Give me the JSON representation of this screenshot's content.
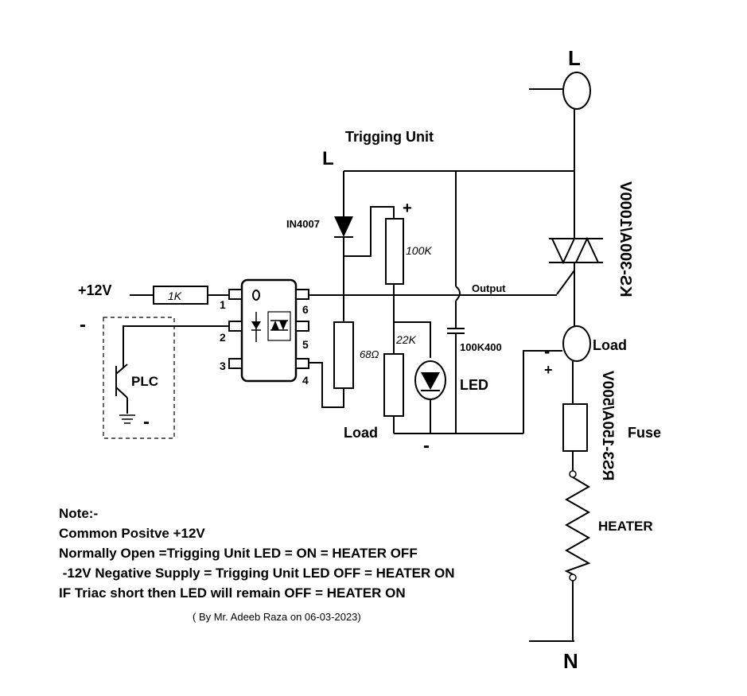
{
  "terminals": {
    "line_top": "L",
    "line_trig": "L",
    "neutral": "N"
  },
  "title": "Trigging Unit",
  "components": {
    "diode": "IN4007",
    "r_100k": "100K",
    "r_1k": "1K",
    "r_68": "68Ω",
    "r_22k": "22K",
    "cap": "100K400",
    "led": "LED",
    "output": "Output",
    "plc": "PLC",
    "supply_12v": "+12V",
    "fuse": "Fuse",
    "heater": "HEATER",
    "load_terminal": "Load",
    "load_bottom": "Load",
    "triac_rating": "KS-300A/1000V",
    "fuse_rating": "RS3-150A/500V"
  },
  "optocoupler_pins": [
    "1",
    "2",
    "3",
    "4",
    "5",
    "6"
  ],
  "polarity": {
    "plus_top": "+",
    "minus_bottom": "-",
    "minus_plc_in": "-",
    "minus_plc_gnd": "-",
    "minus_load": "-",
    "plus_load": "+"
  },
  "notes": {
    "heading": "Note:-",
    "lines": [
      "Common Positve +12V",
      "Normally Open =Trigging Unit LED = ON = HEATER OFF",
      " -12V Negative Supply = Trigging Unit LED OFF = HEATER ON",
      "IF Triac short then LED will remain OFF = HEATER ON"
    ],
    "credit": "( By Mr. Adeeb Raza on 06-03-2023)"
  }
}
